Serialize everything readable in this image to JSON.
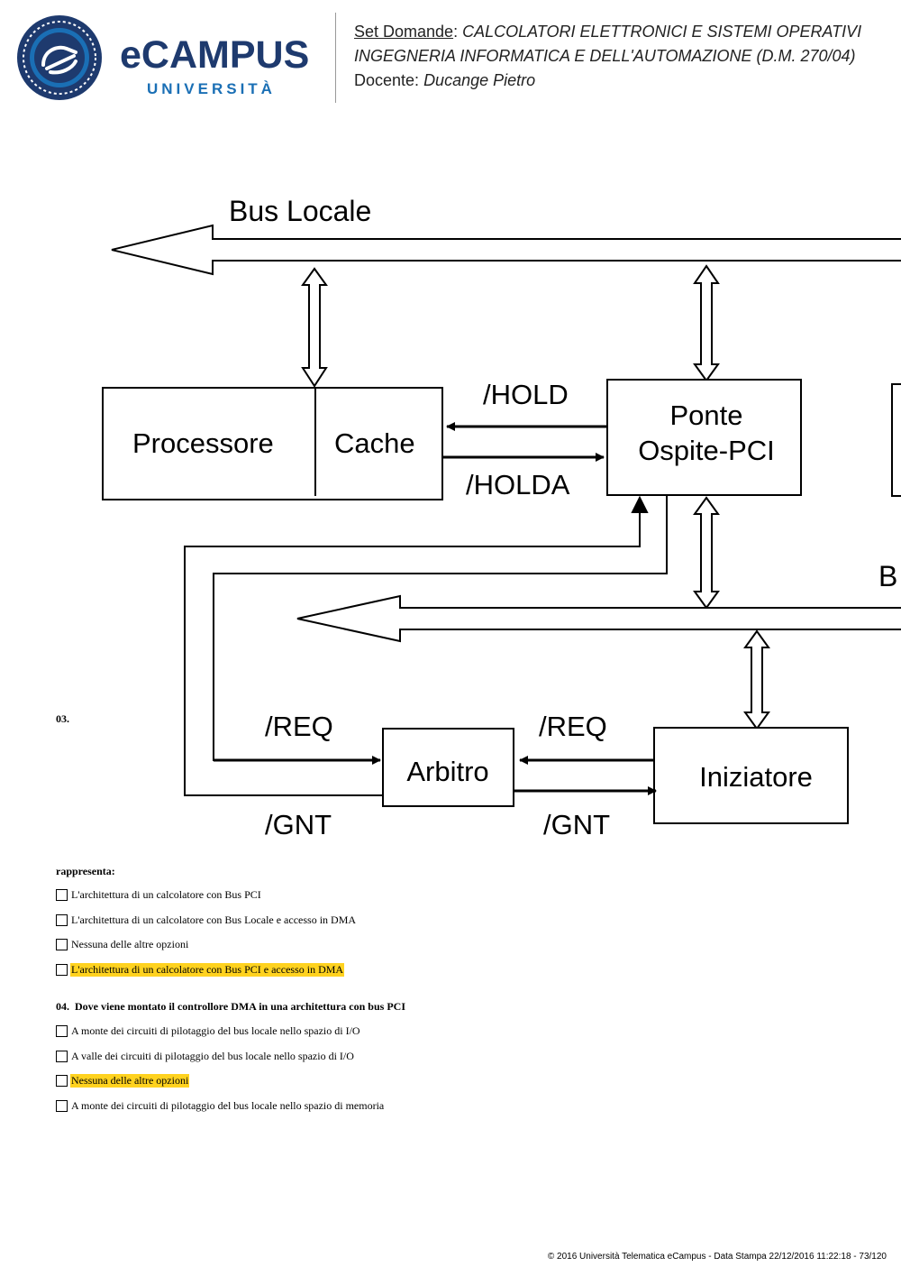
{
  "header": {
    "logo_main": "eCAMPUS",
    "logo_sub": "UNIVERSITÀ",
    "set_label": "Set Domande",
    "course": "CALCOLATORI ELETTRONICI E SISTEMI OPERATIVI",
    "degree": "INGEGNERIA INFORMATICA E DELL'AUTOMAZIONE (D.M. 270/04)",
    "teacher_label": "Docente:",
    "teacher": "Ducange Pietro"
  },
  "diagram": {
    "bus_locale": "Bus Locale",
    "bus_pci_partial": "B",
    "processore": "Processore",
    "cache": "Cache",
    "ponte_line1": "Ponte",
    "ponte_line2": "Ospite-PCI",
    "hold": "/HOLD",
    "holda": "/HOLDA",
    "req_left": "/REQ",
    "gnt_left": "/GNT",
    "req_right": "/REQ",
    "gnt_right": "/GNT",
    "arbitro": "Arbitro",
    "iniziatore": "Iniziatore"
  },
  "q03": {
    "number": "03.",
    "stem_end": "rappresenta:",
    "options": [
      {
        "text": "L'architettura di un calcolatore con Bus PCI",
        "highlighted": false
      },
      {
        "text": "L'architettura di un calcolatore con Bus Locale e accesso in DMA",
        "highlighted": false
      },
      {
        "text": "Nessuna delle altre opzioni",
        "highlighted": false
      },
      {
        "text": "L'architettura di un calcolatore con Bus PCI e accesso in DMA",
        "highlighted": true
      }
    ]
  },
  "q04": {
    "number": "04.",
    "question": "Dove viene montato il controllore DMA in una architettura con bus PCI",
    "options": [
      {
        "text": "A monte dei circuiti di pilotaggio del bus locale nello spazio di I/O",
        "highlighted": false
      },
      {
        "text": "A valle dei circuiti di pilotaggio del bus locale nello spazio di I/O",
        "highlighted": false
      },
      {
        "text": "Nessuna delle altre opzioni",
        "highlighted": true
      },
      {
        "text": "A monte dei circuiti di pilotaggio del bus locale nello spazio di memoria",
        "highlighted": false
      }
    ]
  },
  "footer": "© 2016 Università Telematica eCampus - Data Stampa 22/12/2016 11:22:18 - 73/120",
  "colors": {
    "brand_dark": "#1e3a6e",
    "brand_light": "#1a6fb5",
    "highlight": "#ffd21f"
  }
}
